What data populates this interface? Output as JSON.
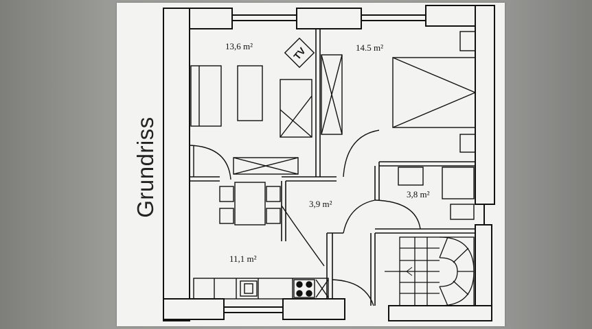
{
  "plan": {
    "title": "Grundriss",
    "tv_label": "TV",
    "rooms": [
      {
        "id": "living",
        "area": "13,6 m²"
      },
      {
        "id": "bedroom",
        "area": "14.5 m²"
      },
      {
        "id": "hallway",
        "area": "3,9 m²"
      },
      {
        "id": "bathroom",
        "area": "3,8 m²"
      },
      {
        "id": "kitchen",
        "area": "11,1 m²"
      }
    ]
  }
}
